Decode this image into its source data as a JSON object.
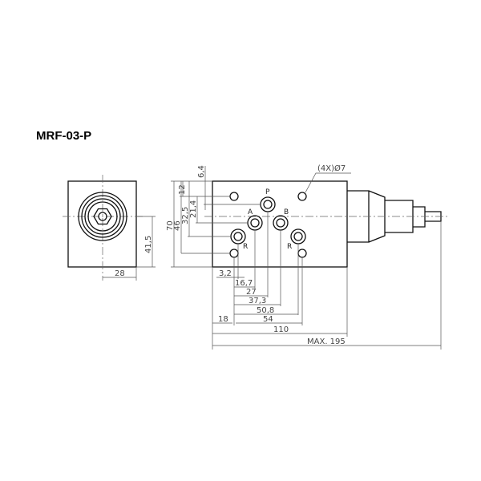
{
  "title": "MRF-03-P",
  "front_view": {
    "dims": {
      "height": "41,5",
      "width": "28"
    }
  },
  "side_view": {
    "hole_callout": "(4X)Ø7",
    "ports": {
      "p": "P",
      "a": "A",
      "b": "B",
      "r_left": "R",
      "r_right": "R"
    },
    "vertical_dims": {
      "d70": "70",
      "d46": "46",
      "d32_5": "32,5",
      "d21_4": "21,4",
      "d12": "12",
      "d6_4": "6,4"
    },
    "horizontal_dims": {
      "d3_2": "3,2",
      "d16_7": "16,7",
      "d27": "27",
      "d37_3": "37,3",
      "d50_8": "50,8",
      "d54": "54",
      "d18": "18",
      "d110": "110",
      "max195": "MAX. 195"
    }
  }
}
